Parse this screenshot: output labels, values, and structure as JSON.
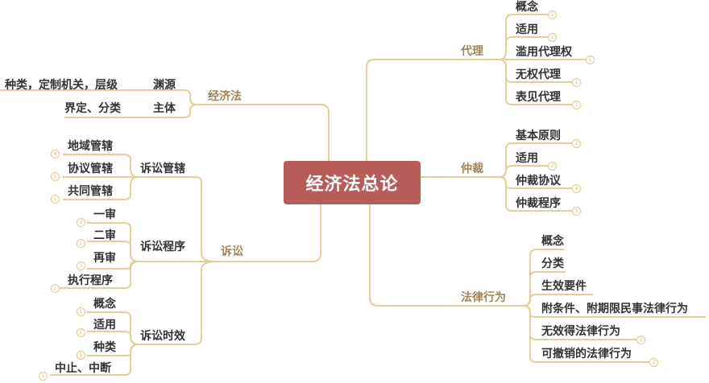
{
  "root": "经济法总论",
  "colors": {
    "root": "#b85c5a",
    "line": "#e2cf9c",
    "branch_text": "#a0845c",
    "leaf_text": "#333333"
  },
  "branches": {
    "jingjifa": {
      "label": "经济法",
      "children": [
        {
          "label": "渊源",
          "sub": "种类，定制机关，层级"
        },
        {
          "label": "主体",
          "sub": "界定、分类"
        }
      ]
    },
    "susong": {
      "label": "诉讼",
      "groups": [
        {
          "label": "诉讼管辖",
          "items": [
            {
              "t": "地域管辖",
              "n": "4"
            },
            {
              "t": "协议管辖",
              "n": "1"
            },
            {
              "t": "共同管辖",
              "n": "1"
            }
          ]
        },
        {
          "label": "诉讼程序",
          "items": [
            {
              "t": "一审",
              "n": "2"
            },
            {
              "t": "二审",
              "n": "1"
            },
            {
              "t": "再审",
              "n": "3"
            },
            {
              "t": "执行程序",
              "n": "1"
            }
          ]
        },
        {
          "label": "诉讼时效",
          "items": [
            {
              "t": "概念",
              "n": "1"
            },
            {
              "t": "适用",
              "n": "1"
            },
            {
              "t": "种类",
              "n": "1"
            },
            {
              "t": "中止、中断",
              "n": "1"
            }
          ]
        }
      ]
    },
    "daili": {
      "label": "代理",
      "items": [
        {
          "t": "概念",
          "n": "1"
        },
        {
          "t": "适用",
          "n": "1"
        },
        {
          "t": "滥用代理权",
          "n": "1"
        },
        {
          "t": "无权代理",
          "n": "1"
        },
        {
          "t": "表见代理",
          "n": "1"
        }
      ]
    },
    "zhongcai": {
      "label": "仲裁",
      "items": [
        {
          "t": "基本原则",
          "n": "2"
        },
        {
          "t": "适用",
          "n": "2"
        },
        {
          "t": "仲裁协议",
          "n": "4"
        },
        {
          "t": "仲裁程序",
          "n": "5"
        }
      ]
    },
    "falv": {
      "label": "法律行为",
      "items": [
        {
          "t": "概念",
          "n": ""
        },
        {
          "t": "分类",
          "n": ""
        },
        {
          "t": "生效要件",
          "n": ""
        },
        {
          "t": "附条件、附期限民事法律行为",
          "n": ""
        },
        {
          "t": "无效得法律行为",
          "n": "2"
        },
        {
          "t": "可撤销的法律行为",
          "n": "2"
        }
      ]
    }
  }
}
